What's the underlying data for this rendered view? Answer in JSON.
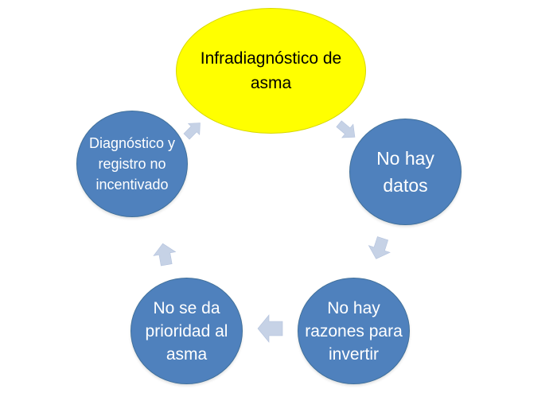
{
  "diagram": {
    "nodes": {
      "main": "Infradiagnóstico de\nasma",
      "datos": "No hay\ndatos",
      "razones": "No hay\nrazones para\ninvertir",
      "prioridad": "No se da\nprioridad al\nasma",
      "registro": "Diagnóstico y\nregistro no\nincentivado"
    },
    "colors": {
      "main_fill": "#ffff00",
      "node_fill": "#4f81bd",
      "arrow_fill": "#c6d2e6"
    }
  }
}
